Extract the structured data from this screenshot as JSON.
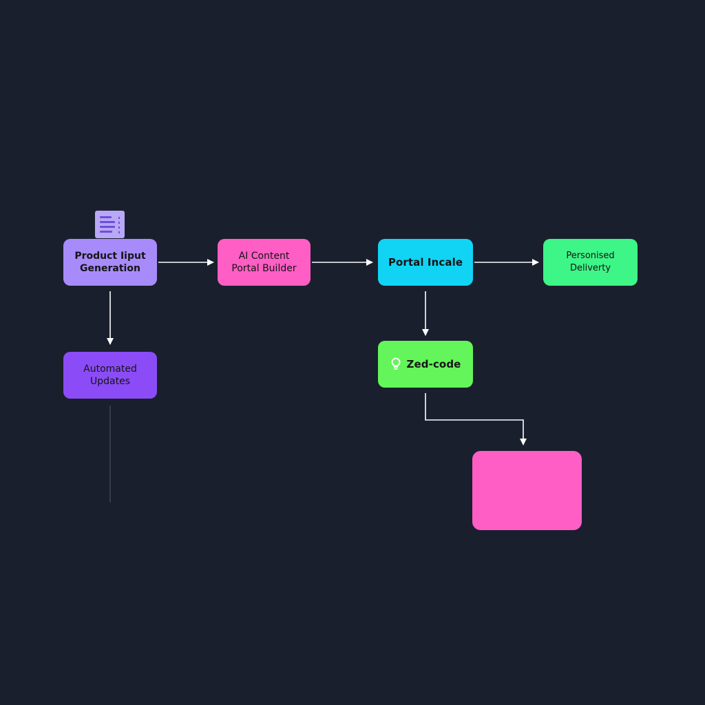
{
  "nodes": {
    "product_input": {
      "lines": [
        "Product Iiput",
        "Generation"
      ],
      "color": "#a78bfa"
    },
    "ai_content": {
      "lines": [
        "AI Content",
        "Portal Builder"
      ],
      "color": "#ff5ec4"
    },
    "portal_incale": {
      "label": "Portal Incale",
      "color": "#11d4f5"
    },
    "personised_delivery": {
      "lines": [
        "Personised",
        "Deliverty"
      ],
      "color": "#3ef587"
    },
    "automated_updates": {
      "lines": [
        "Automated",
        "Updates"
      ],
      "color": "#8b4cf7"
    },
    "zed_code": {
      "label": "Zed-code",
      "icon": "lightbulb-icon",
      "color": "#63f55a"
    },
    "blank_box": {
      "color": "#ff5ec4"
    }
  },
  "icons": {
    "document": "document-icon"
  },
  "colors": {
    "background": "#1a1f2d",
    "arrow": "#ffffff",
    "faint_line": "#3a4152"
  }
}
